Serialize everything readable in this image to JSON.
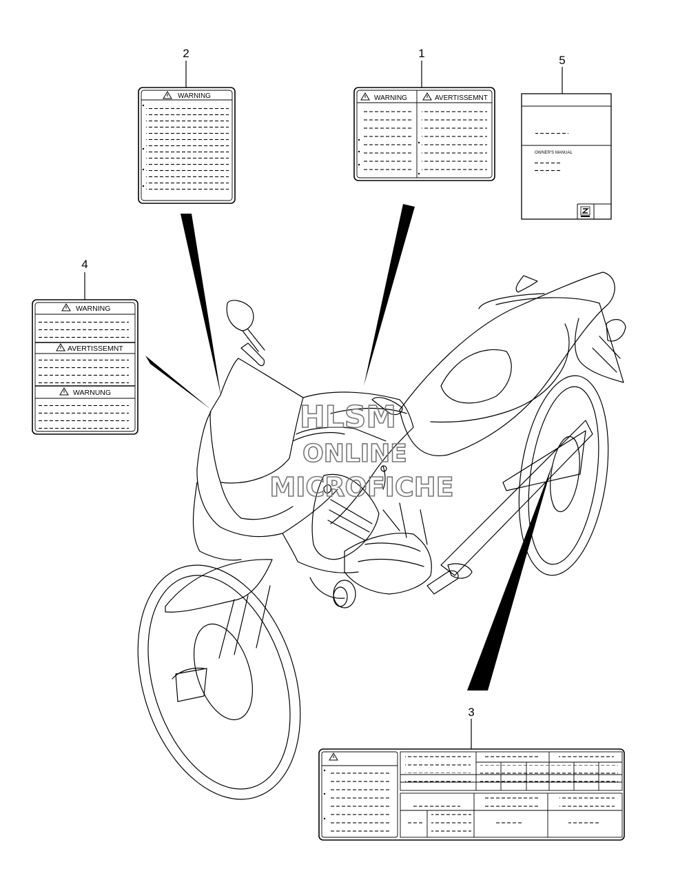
{
  "callouts": [
    "1",
    "2",
    "3",
    "4",
    "5"
  ],
  "label1": {
    "header_left": "WARNING",
    "header_right": "AVERTISSEMNT"
  },
  "label2": {
    "header": "WARNING"
  },
  "label4": {
    "header1": "WARNING",
    "header2": "AVERTISSEMNT",
    "header3": "WARNUNG"
  },
  "label5": {
    "title": "OWNER'S MANUAL"
  },
  "watermark": {
    "line1": "HLSM",
    "line2": "ONLINE",
    "line3": "MICROFICHE"
  },
  "colors": {
    "line": "#000000",
    "watermark": "#777777"
  }
}
